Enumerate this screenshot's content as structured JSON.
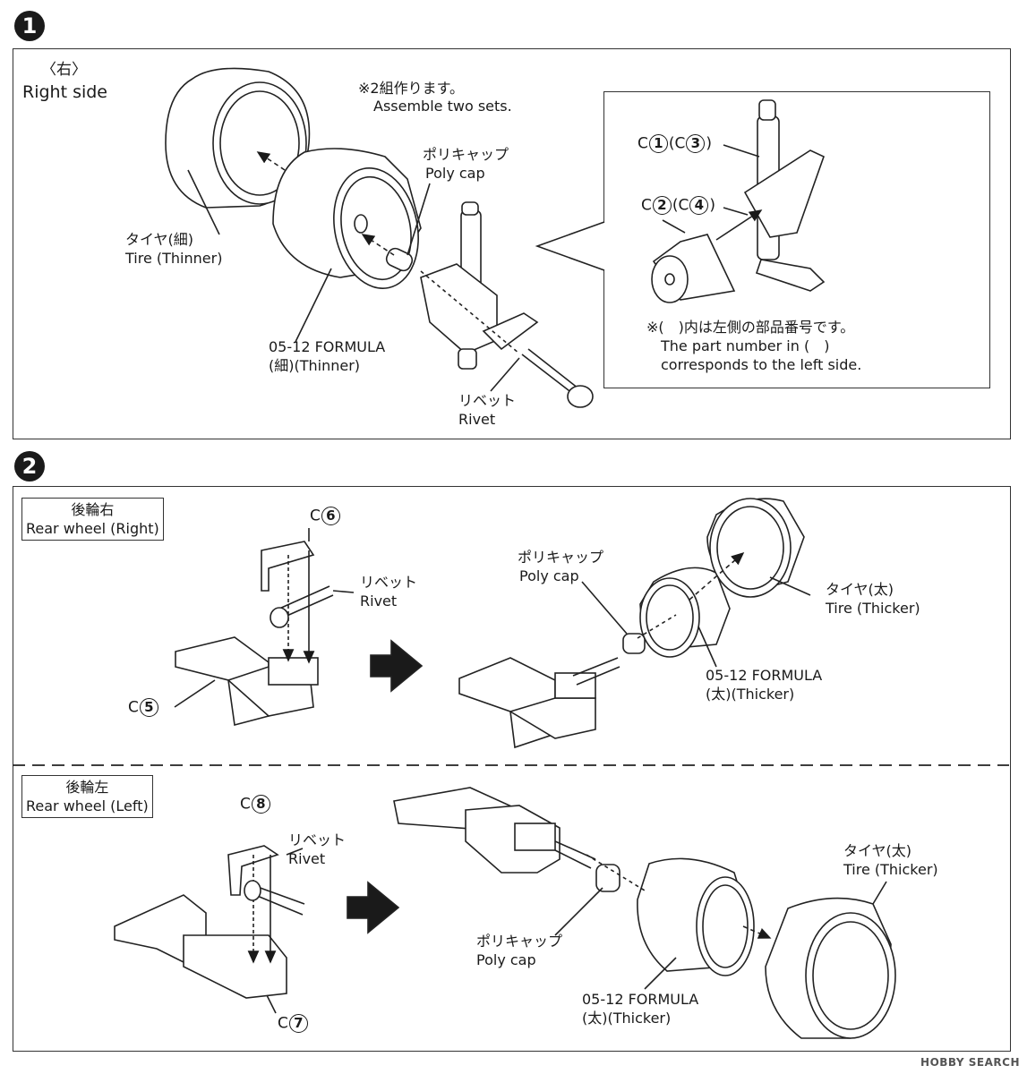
{
  "step1": {
    "badge": "1",
    "side_jp": "〈右〉",
    "side_en": "Right side",
    "note_jp": "※2組作ります。",
    "note_en": "Assemble two sets.",
    "polycap_jp": "ポリキャップ",
    "polycap_en": "Poly cap",
    "tire_jp": "タイヤ(細)",
    "tire_en": "Tire (Thinner)",
    "wheel_name": "05-12 FORMULA",
    "wheel_sub": "(細)(Thinner)",
    "rivet_jp": "リベット",
    "rivet_en": "Rivet",
    "inset": {
      "ref1_letter": "C",
      "ref1_num": "1",
      "ref1_alt_letter": "(C",
      "ref1_alt_num": "3",
      "ref1_close": ")",
      "ref2_letter": "C",
      "ref2_num": "2",
      "ref2_alt_letter": "(C",
      "ref2_alt_num": "4",
      "ref2_close": ")",
      "note_jp": "※(　)内は左側の部品番号です。",
      "note_en1": "The part number in (　)",
      "note_en2": "corresponds to the left side."
    }
  },
  "step2": {
    "badge": "2",
    "right": {
      "title_jp": "後輪右",
      "title_en": "Rear wheel (Right)",
      "c6_letter": "C",
      "c6_num": "6",
      "c5_letter": "C",
      "c5_num": "5",
      "rivet_jp": "リベット",
      "rivet_en": "Rivet",
      "polycap_jp": "ポリキャップ",
      "polycap_en": "Poly cap",
      "tire_jp": "タイヤ(太)",
      "tire_en": "Tire (Thicker)",
      "wheel_name": "05-12 FORMULA",
      "wheel_sub": "(太)(Thicker)"
    },
    "left": {
      "title_jp": "後輪左",
      "title_en": "Rear wheel (Left)",
      "c8_letter": "C",
      "c8_num": "8",
      "c7_letter": "C",
      "c7_num": "7",
      "rivet_jp": "リベット",
      "rivet_en": "Rivet",
      "polycap_jp": "ポリキャップ",
      "polycap_en": "Poly cap",
      "tire_jp": "タイヤ(太)",
      "tire_en": "Tire (Thicker)",
      "wheel_name": "05-12 FORMULA",
      "wheel_sub": "(太)(Thicker)"
    }
  },
  "watermark": "HOBBY SEARCH"
}
